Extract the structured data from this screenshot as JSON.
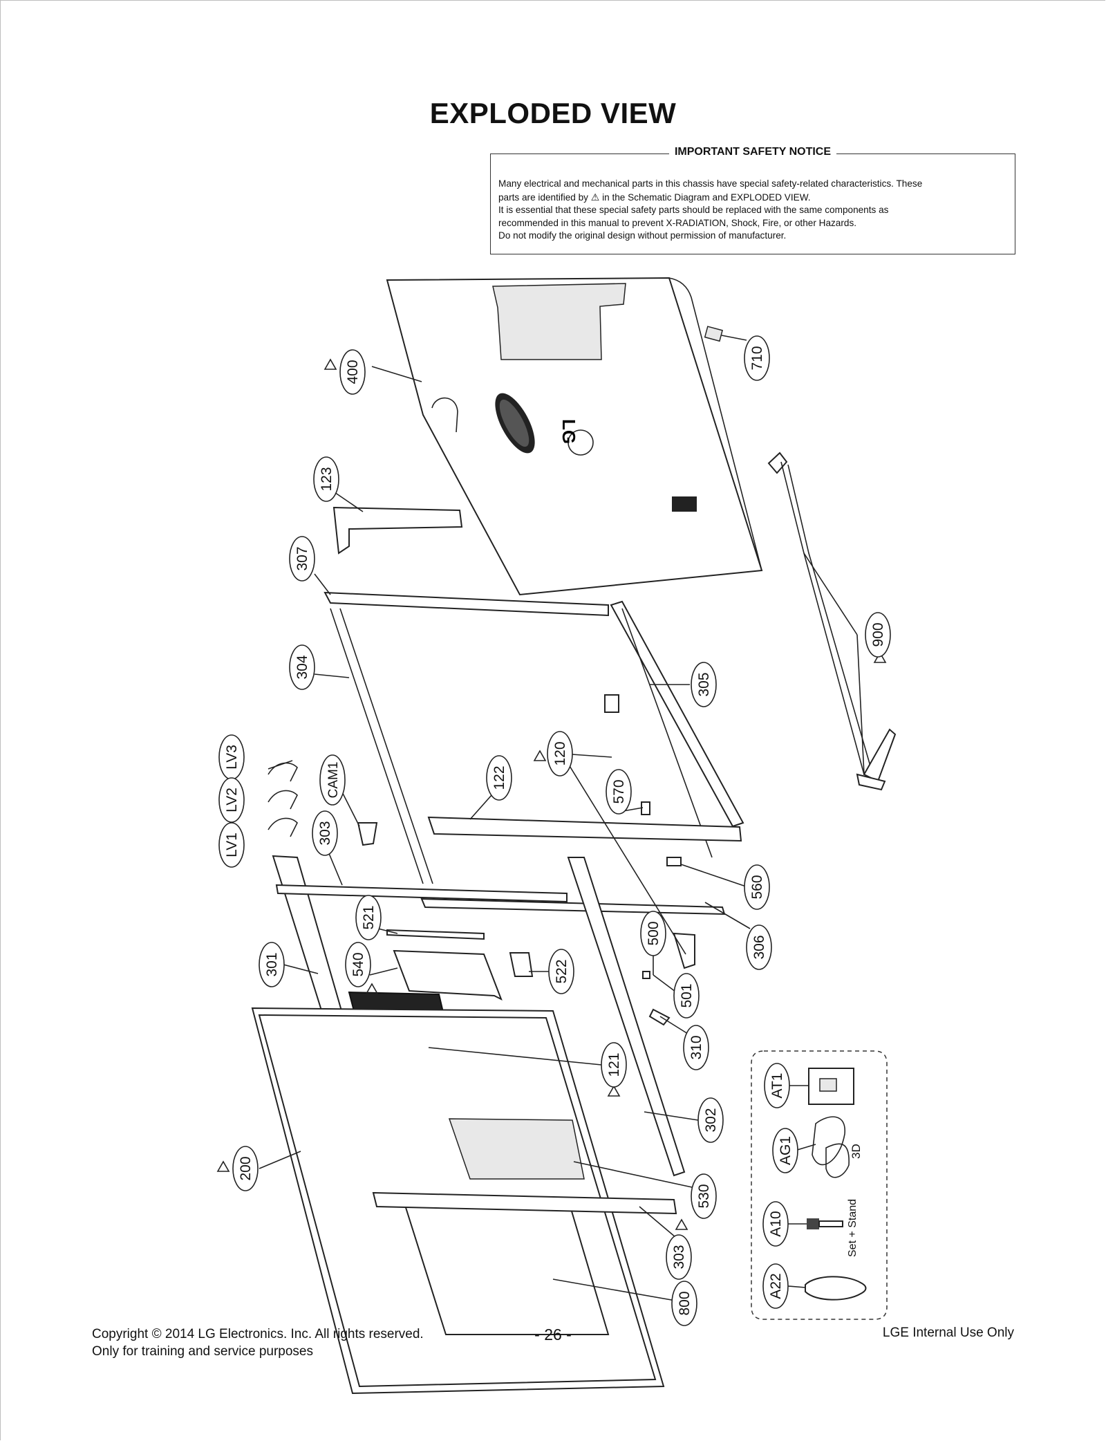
{
  "page": {
    "title": "EXPLODED VIEW"
  },
  "notice": {
    "title": "IMPORTANT SAFETY NOTICE",
    "line1": "Many electrical and mechanical parts in this chassis have special safety-related characteristics. These",
    "line2a": "parts are identified by",
    "line2b": "in the Schematic Diagram and EXPLODED VIEW.",
    "line3": "It is essential that these special safety parts should be replaced with the same components as",
    "line4": "recommended in this manual to prevent X-RADIATION, Shock, Fire, or other Hazards.",
    "line5": "Do not modify the original design without permission of manufacturer."
  },
  "diagram": {
    "back_cover_logo": "LG",
    "labels": {
      "p400": "400",
      "p710": "710",
      "p123": "123",
      "p307": "307",
      "p900": "900",
      "p304": "304",
      "p305": "305",
      "p120": "120",
      "p122": "122",
      "p570": "570",
      "lv3": "LV3",
      "lv2": "LV2",
      "lv1": "LV1",
      "cam1": "CAM1",
      "p303a": "303",
      "p560": "560",
      "p521": "521",
      "p306": "306",
      "p500": "500",
      "p301": "301",
      "p540": "540",
      "p522": "522",
      "p501": "501",
      "p310": "310",
      "p121": "121",
      "p302": "302",
      "p200": "200",
      "p530": "530",
      "p303b": "303",
      "p800": "800",
      "at1": "AT1",
      "ag1": "AG1",
      "a10": "A10",
      "a22": "A22"
    },
    "accessory_notes": {
      "glasses": "3D",
      "screw": "Set + Stand"
    }
  },
  "footer": {
    "copyright": "Copyright  © 2014 LG Electronics. Inc. All rights reserved.",
    "purpose": "Only for training and service purposes",
    "page_number": "- 26 -",
    "internal": "LGE Internal Use Only"
  }
}
